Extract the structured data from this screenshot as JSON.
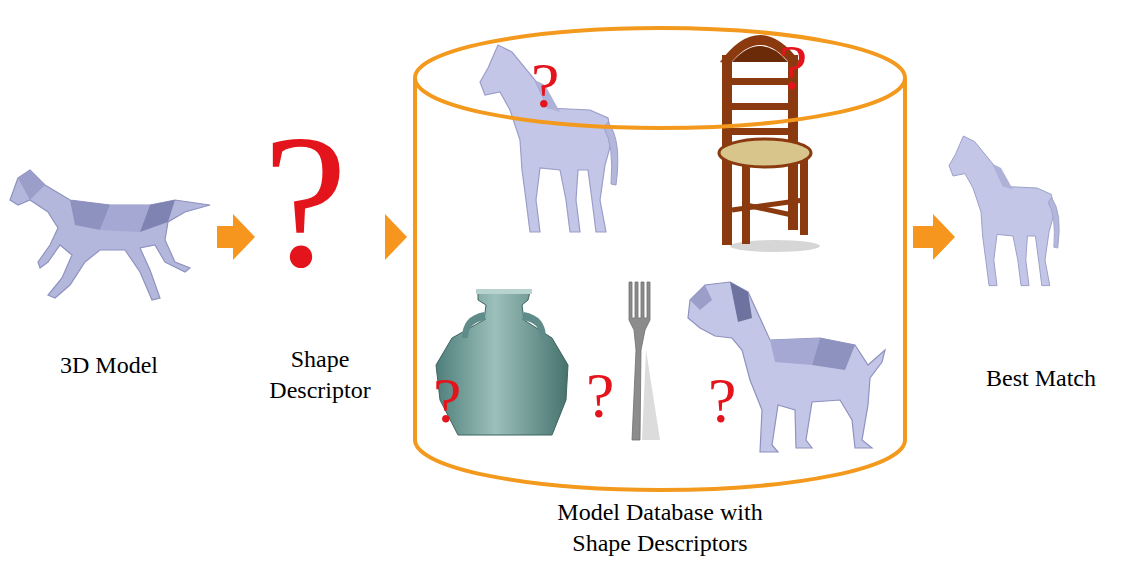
{
  "diagram": {
    "nodes": [
      {
        "text": [
          "3D Model"
        ]
      },
      {
        "text": [
          "Shape Descriptor"
        ]
      },
      {
        "text": [
          "Model Database with Shape Descriptors"
        ]
      },
      {
        "text": [
          "Best Match"
        ]
      }
    ],
    "edges": [
      {
        "from": 0,
        "to": 1,
        "arrow": "to"
      },
      {
        "from": 1,
        "to": 2,
        "arrow": "to"
      },
      {
        "from": 2,
        "to": 3,
        "arrow": "to"
      }
    ],
    "labels": [
      "?",
      "?",
      "?",
      "?",
      "?",
      "?"
    ]
  }
}
